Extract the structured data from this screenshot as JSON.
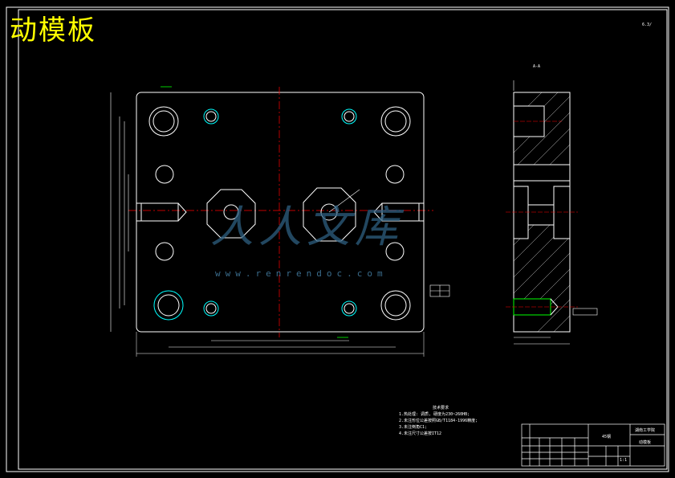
{
  "title": "动模板",
  "watermark": {
    "brand": "人人文库",
    "site": "www.renrendoc.com"
  },
  "views": {
    "section_label": "A-A",
    "surface_mark": "6.3/"
  },
  "tech_notes": {
    "heading": "技术要求",
    "items": [
      "1.热处理: 调质, 硬度为230~260HB;",
      "2.未注形位公差按照GB/T1184-1996精度;",
      "3.未注倒角C1;",
      "4.未注尺寸公差按IT12"
    ]
  },
  "title_block": {
    "school": "湖南工学院",
    "part": "动模板",
    "material": "45钢",
    "scale": "1:1"
  },
  "colors": {
    "outline": "#ffffff",
    "centerline": "#ff0000",
    "hole_accent": "#00ffff",
    "dimension": "#00ff00",
    "title": "#ffff00"
  }
}
